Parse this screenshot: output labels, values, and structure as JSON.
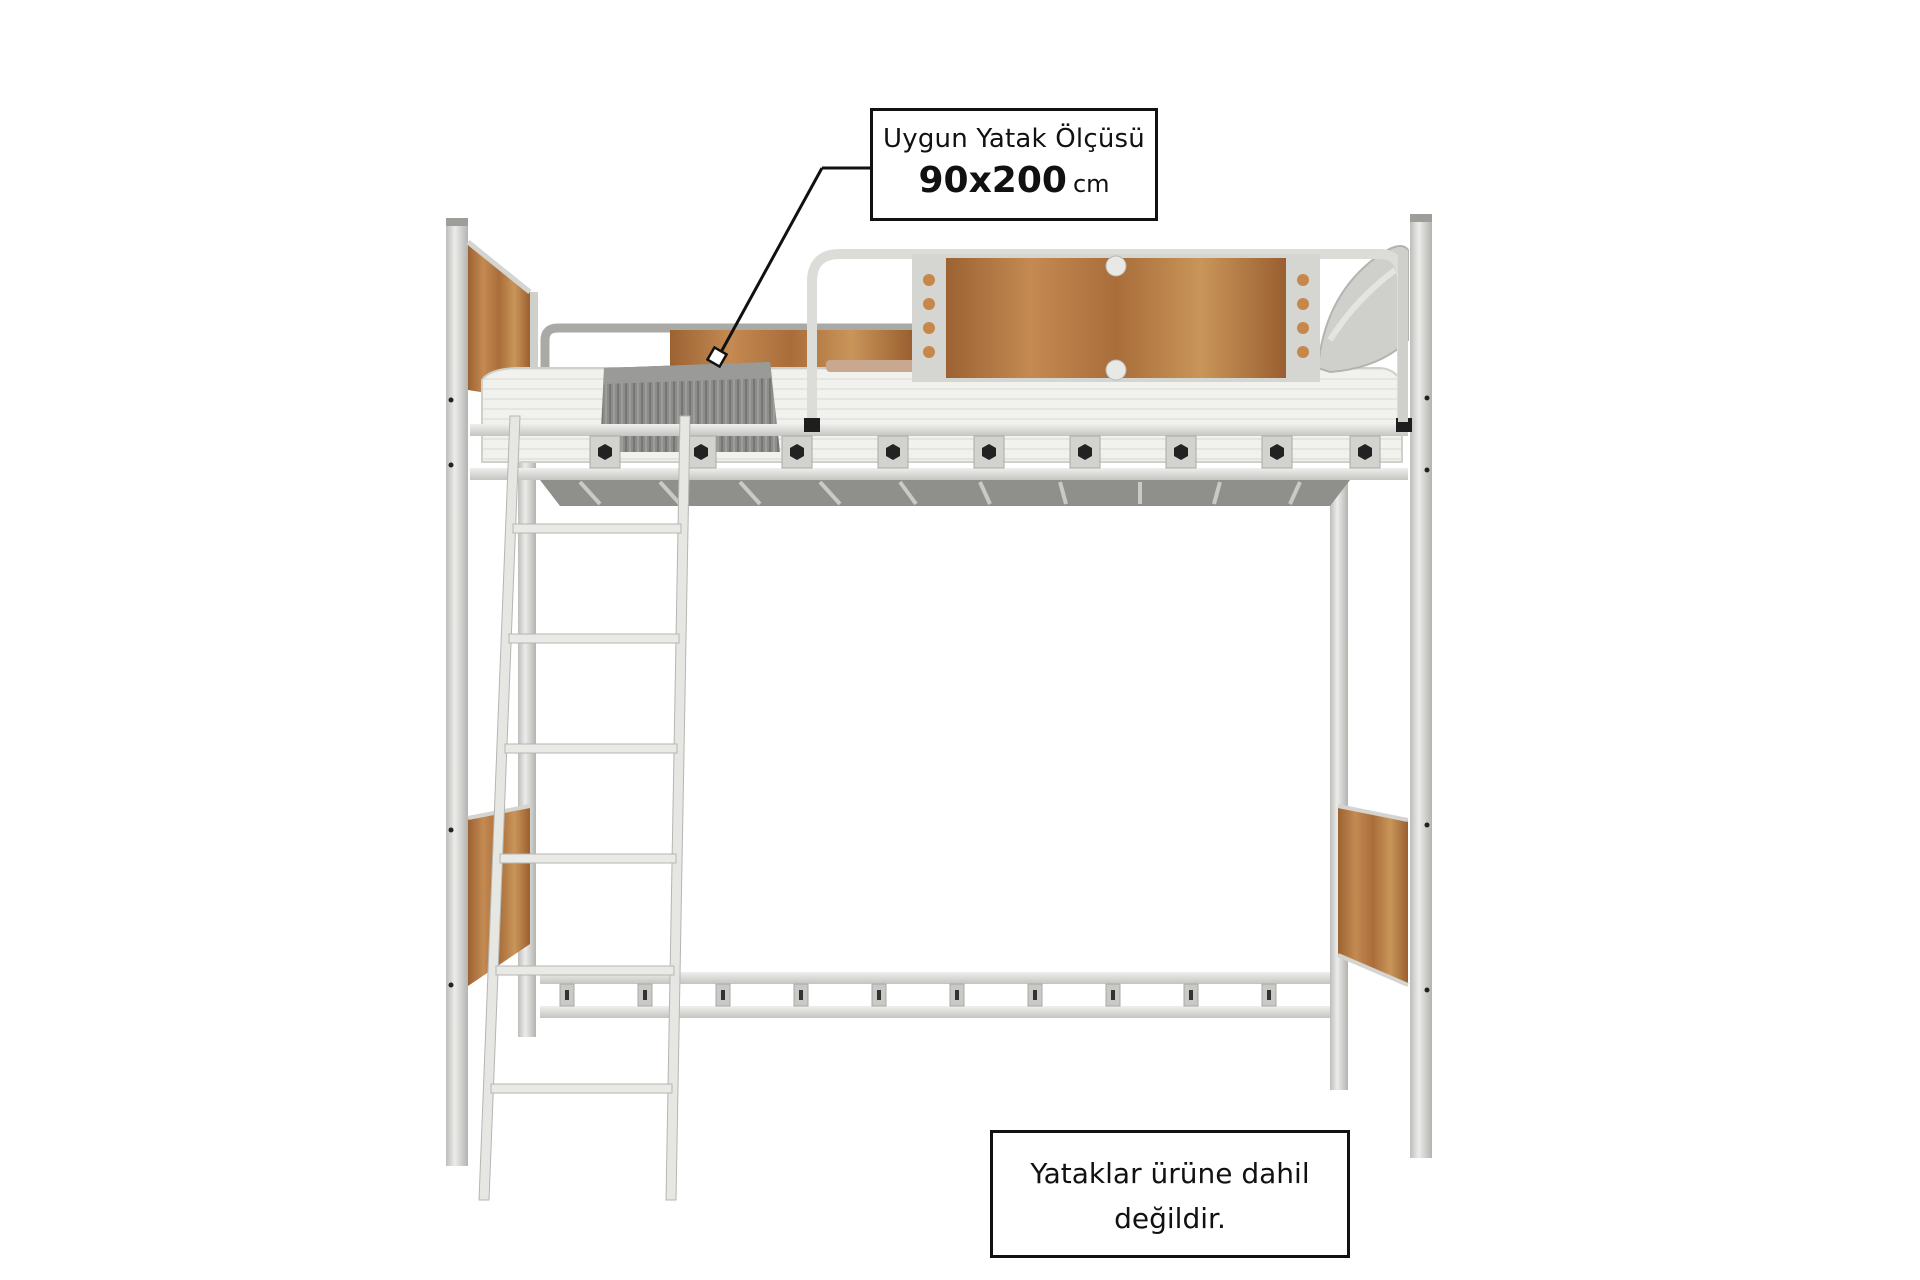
{
  "size_callout": {
    "label": "Uygun Yatak Ölçüsü",
    "value": "90x200",
    "unit": "cm"
  },
  "note_callout": {
    "line1": "Yataklar ürüne dahil",
    "line2": "değildir."
  },
  "colors": {
    "frame": "#d9d9d6",
    "wood": "#b57a45",
    "mattress": "#eeeeeb",
    "throw": "#8a8a8a",
    "border": "#111111"
  }
}
